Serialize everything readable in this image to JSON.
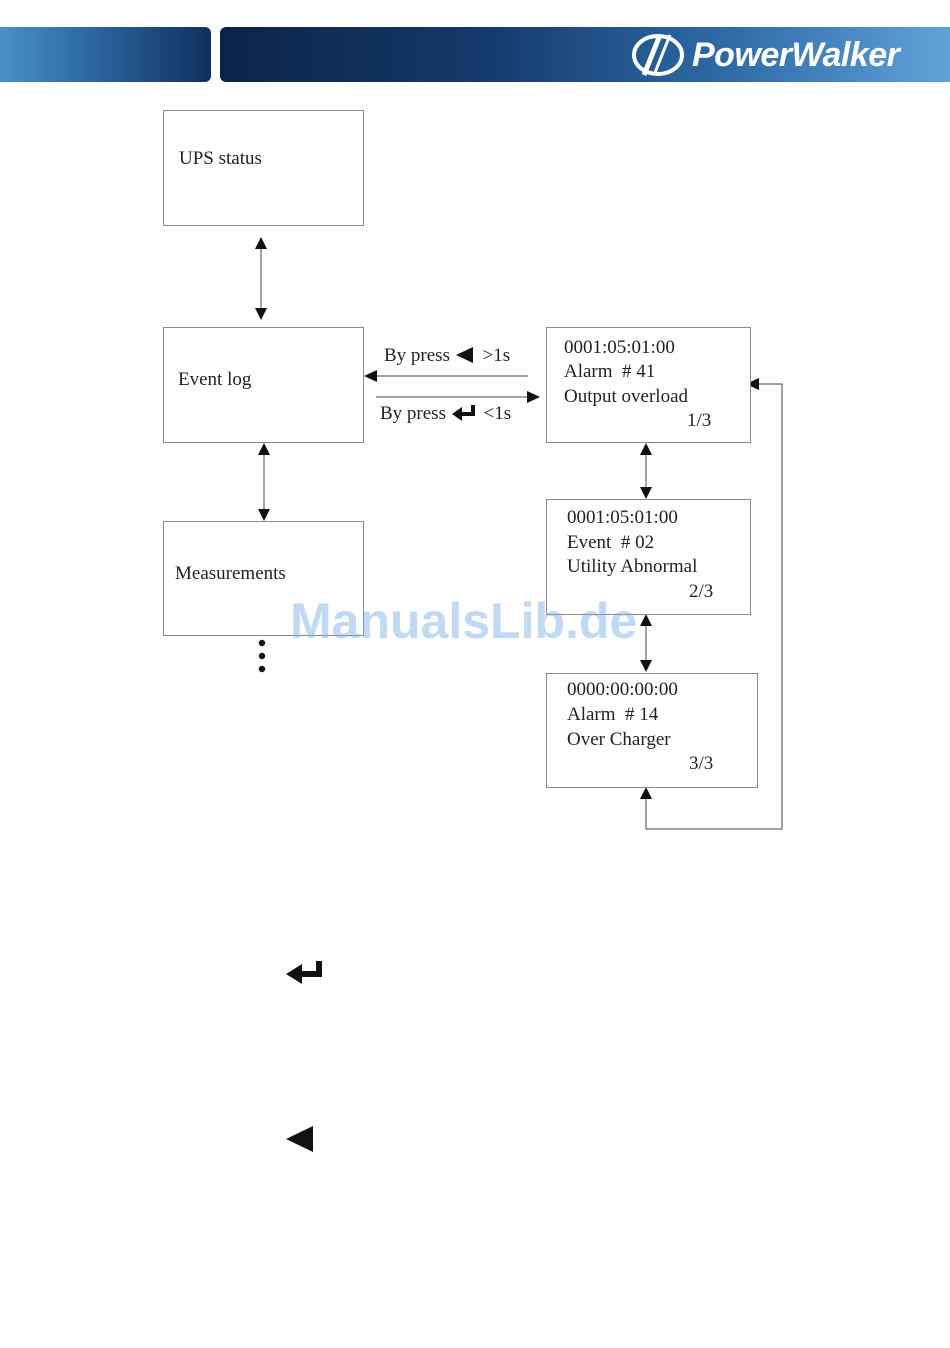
{
  "header": {
    "brand": "PowerWalker",
    "logo_icon": "powerwalker-swoosh-logo"
  },
  "boxes": {
    "ups_status": "UPS status",
    "event_log": "Event log",
    "measurements": "Measurements"
  },
  "arrows": {
    "back_prefix": "By press",
    "back_suffix": ">1s",
    "back_icon": "left-triangle-icon",
    "enter_prefix": "By press",
    "enter_suffix": "<1s",
    "enter_icon": "enter-icon"
  },
  "entries": [
    {
      "time": "0001:05:01:00",
      "type": "Alarm  # 41",
      "desc": "Output overload",
      "page": "1/3"
    },
    {
      "time": "0001:05:01:00",
      "type": "Event  # 02",
      "desc": "Utility Abnormal",
      "page": "2/3"
    },
    {
      "time": "0000:00:00:00",
      "type": "Alarm  # 14",
      "desc": "Over Charger",
      "page": "3/3"
    }
  ],
  "legend": {
    "enter_icon": "enter-icon",
    "back_icon": "left-triangle-icon"
  },
  "watermark": "ManualsLib.de",
  "colors": {
    "header_dark": "#0a2448",
    "header_light": "#5fa3d8"
  }
}
